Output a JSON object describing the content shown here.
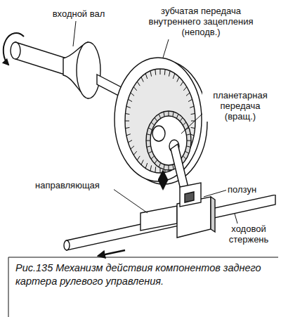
{
  "diagram": {
    "caption": "Рис.135 Механизм действия компонентов заднего картера рулевого управления.",
    "labels": [
      "входной вал",
      "зубчатая передача внутреннего зацепления (неподв.)",
      "планетарная передача (вращ.)",
      "ползун",
      "направляющая",
      "ходовой стержень"
    ]
  }
}
